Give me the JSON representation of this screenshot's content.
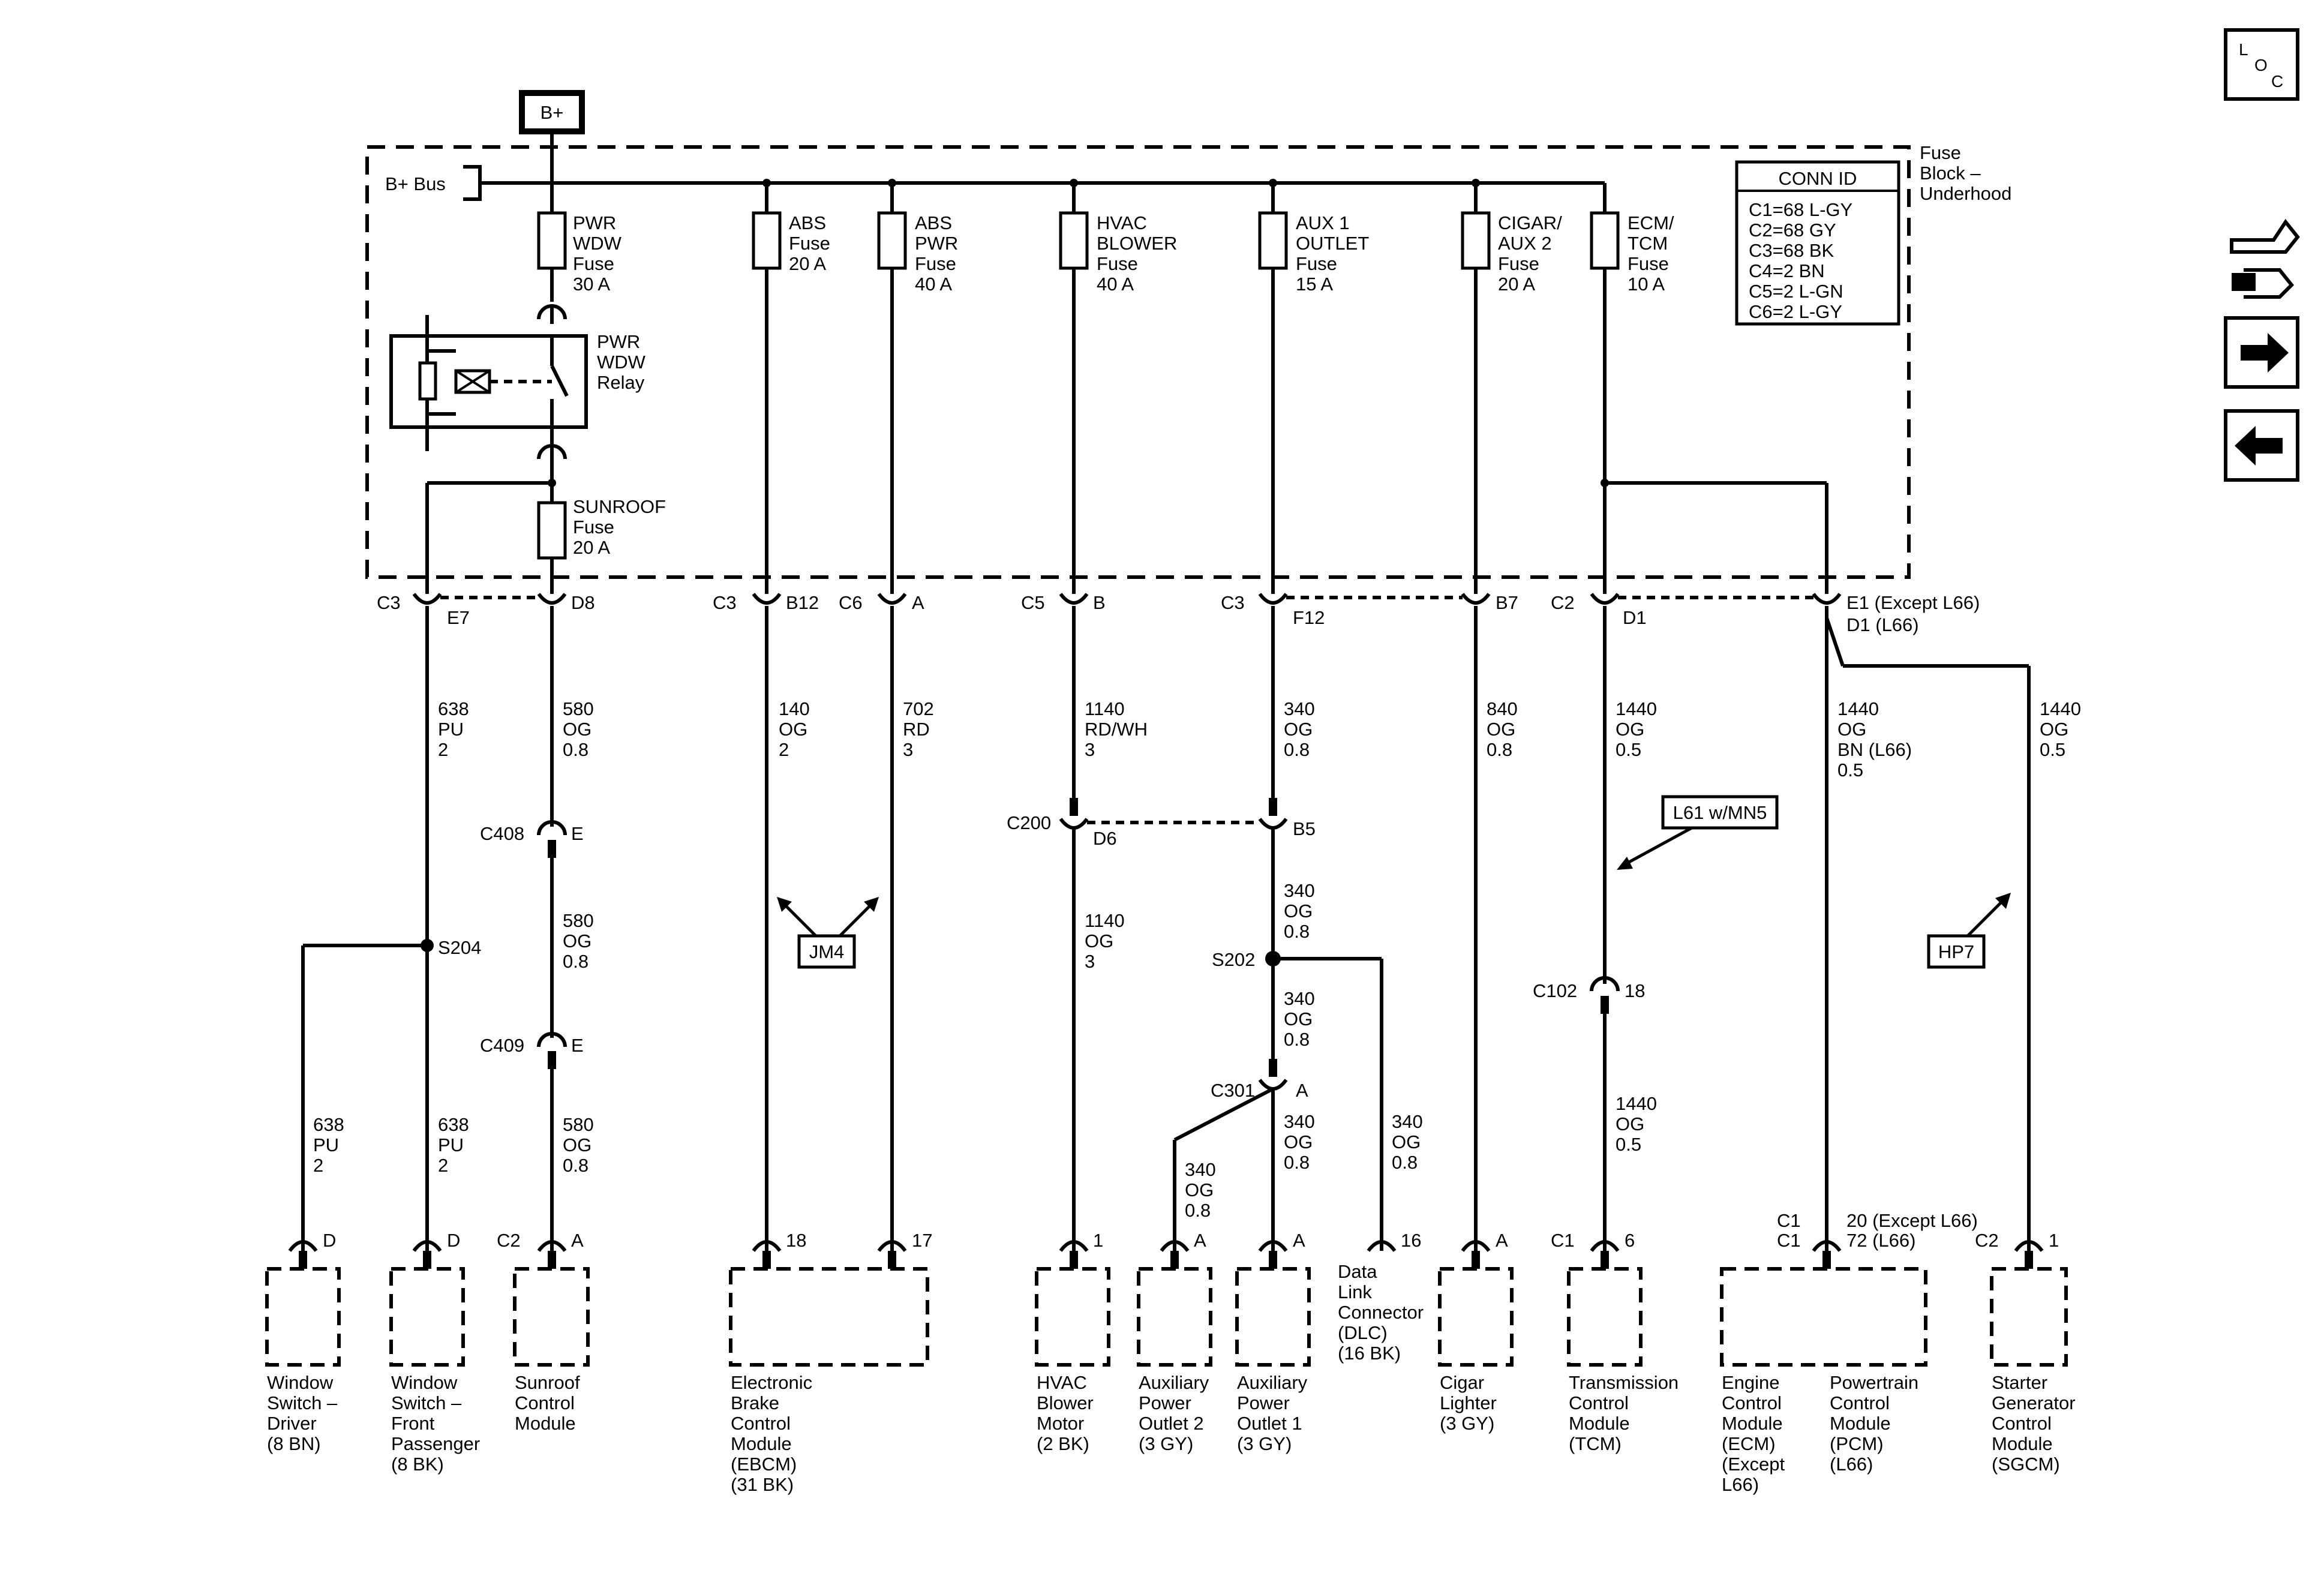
{
  "title": "",
  "power": {
    "label": "B+",
    "bus": "B+ Bus"
  },
  "fuse_block": [
    "Fuse",
    "Block –",
    "Underhood"
  ],
  "conn_id": {
    "header": "CONN ID",
    "rows": [
      "C1=68 L-GY",
      "C2=68 GY",
      "C3=68 BK",
      "C4=2 BN",
      "C5=2 L-GN",
      "C6=2 L-GY"
    ]
  },
  "fuses": [
    {
      "label": [
        "PWR",
        "WDW",
        "Fuse",
        "30 A"
      ]
    },
    {
      "label": [
        "ABS",
        "Fuse",
        "20 A"
      ]
    },
    {
      "label": [
        "ABS",
        "PWR",
        "Fuse",
        "40 A"
      ]
    },
    {
      "label": [
        "HVAC",
        "BLOWER",
        "Fuse",
        "40 A"
      ]
    },
    {
      "label": [
        "AUX 1",
        "OUTLET",
        "Fuse",
        "15 A"
      ]
    },
    {
      "label": [
        "CIGAR/",
        "AUX 2",
        "Fuse",
        "20 A"
      ]
    },
    {
      "label": [
        "ECM/",
        "TCM",
        "Fuse",
        "10 A"
      ]
    },
    {
      "label": [
        "SUNROOF",
        "Fuse",
        "20 A"
      ]
    }
  ],
  "relay": [
    "PWR",
    "WDW",
    "Relay"
  ],
  "connectors": {
    "fb_left": "C3",
    "e7": "E7",
    "d8": "D8",
    "c3_abs": "C3",
    "b12": "B12",
    "c6": "C6",
    "c6_pin": "A",
    "c5": "C5",
    "c5_pin": "B",
    "c3_aux": "C3",
    "f12": "F12",
    "b7": "B7",
    "c2_ecm": "C2",
    "d1": "D1",
    "e1": "E1 (Except L66)",
    "d1_l66": "D1 (L66)",
    "c408": "C408",
    "c408_pin": "E",
    "c409": "C409",
    "c409_pin": "E",
    "c200": "C200",
    "d6": "D6",
    "b5": "B5",
    "c301": "C301",
    "c301_pin": "A",
    "c102": "C102",
    "c102_pin": "18"
  },
  "splices": {
    "s204": "S204",
    "s202": "S202"
  },
  "wires": {
    "w638_a": [
      "638",
      "PU",
      "2"
    ],
    "w580_a": [
      "580",
      "OG",
      "0.8"
    ],
    "w580_b": [
      "580",
      "OG",
      "0.8"
    ],
    "w580_c": [
      "580",
      "OG",
      "0.8"
    ],
    "w638_b": [
      "638",
      "PU",
      "2"
    ],
    "w638_c": [
      "638",
      "PU",
      "2"
    ],
    "w140": [
      "140",
      "OG",
      "2"
    ],
    "w702": [
      "702",
      "RD",
      "3"
    ],
    "w1140_a": [
      "1140",
      "RD/WH",
      "3"
    ],
    "w1140_b": [
      "1140",
      "OG",
      "3"
    ],
    "w340_a": [
      "340",
      "OG",
      "0.8"
    ],
    "w340_b": [
      "340",
      "OG",
      "0.8"
    ],
    "w340_c": [
      "340",
      "OG",
      "0.8"
    ],
    "w340_d": [
      "340",
      "OG",
      "0.8"
    ],
    "w340_e": [
      "340",
      "OG",
      "0.8"
    ],
    "w340_f": [
      "340",
      "OG",
      "0.8"
    ],
    "w840": [
      "840",
      "OG",
      "0.8"
    ],
    "w1440_a": [
      "1440",
      "OG",
      "0.5"
    ],
    "w1440_b": [
      "1440",
      "OG",
      "0.5"
    ],
    "w1440_c": [
      "1440",
      "OG",
      "BN (L66)",
      "0.5"
    ],
    "w1440_d": [
      "1440",
      "OG",
      "0.5"
    ]
  },
  "options": {
    "jm4": "JM4",
    "l61": "L61 w/MN5",
    "hp7": "HP7"
  },
  "modules": [
    {
      "pin": "D",
      "conn": "",
      "label": [
        "Window",
        "Switch –",
        "Driver",
        "(8 BN)"
      ]
    },
    {
      "pin": "D",
      "conn": "",
      "label": [
        "Window",
        "Switch –",
        "Front",
        "Passenger",
        "(8 BK)"
      ]
    },
    {
      "pin": "A",
      "conn": "C2",
      "label": [
        "Sunroof",
        "Control",
        "Module"
      ]
    },
    {
      "pin": "18",
      "pin2": "17",
      "conn": "",
      "label": [
        "Electronic",
        "Brake",
        "Control",
        "Module",
        "(EBCM)",
        "(31 BK)"
      ]
    },
    {
      "pin": "1",
      "conn": "",
      "label": [
        "HVAC",
        "Blower",
        "Motor",
        "(2 BK)"
      ]
    },
    {
      "pin": "A",
      "conn": "",
      "label": [
        "Auxiliary",
        "Power",
        "Outlet 2",
        "(3 GY)"
      ]
    },
    {
      "pin": "A",
      "conn": "",
      "label": [
        "Auxiliary",
        "Power",
        "Outlet 1",
        "(3 GY)"
      ]
    },
    {
      "pin": "16",
      "conn": "",
      "label": [
        "Data",
        "Link",
        "Connector",
        "(DLC)",
        "(16 BK)"
      ]
    },
    {
      "pin": "A",
      "conn": "",
      "label": [
        "Cigar",
        "Lighter",
        "(3 GY)"
      ]
    },
    {
      "pin": "6",
      "conn": "C1",
      "label": [
        "Transmission",
        "Control",
        "Module",
        "(TCM)"
      ]
    },
    {
      "pin": "20 (Except L66)",
      "pin_b": "72 (L66)",
      "conn": "C1",
      "conn_b": "C1",
      "label": [
        "Engine",
        "Control",
        "Module",
        "(ECM)",
        "(Except",
        "L66)"
      ],
      "label2": [
        "Powertrain",
        "Control",
        "Module",
        "(PCM)",
        "(L66)"
      ]
    },
    {
      "pin": "1",
      "conn": "C2",
      "label": [
        "Starter",
        "Generator",
        "Control",
        "Module",
        "(SGCM)"
      ]
    }
  ],
  "nav": {
    "loc": [
      "L",
      "O",
      "C"
    ]
  }
}
